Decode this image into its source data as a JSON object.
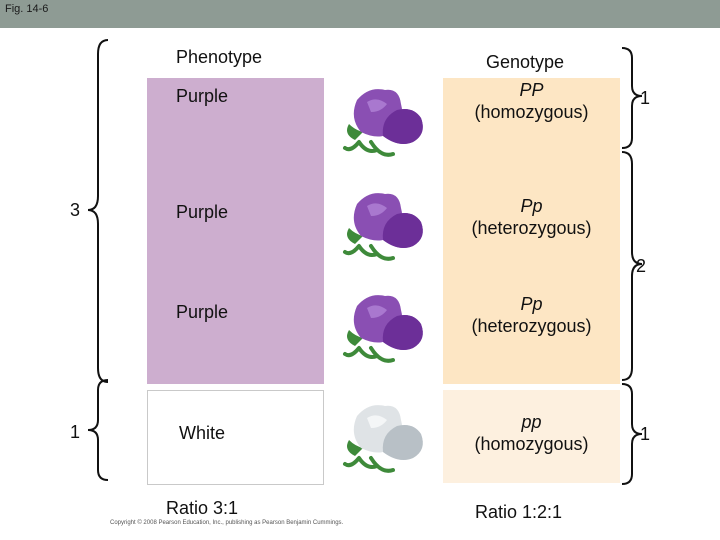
{
  "figure_label": "Fig. 14-6",
  "headers": {
    "phenotype": "Phenotype",
    "genotype": "Genotype"
  },
  "rows": [
    {
      "phenotype": "Purple",
      "genotype": "PP",
      "zygosity": "(homozygous)",
      "flower_color": "purple"
    },
    {
      "phenotype": "Purple",
      "genotype": "Pp",
      "zygosity": "(heterozygous)",
      "flower_color": "purple"
    },
    {
      "phenotype": "Purple",
      "genotype": "Pp",
      "zygosity": "(heterozygous)",
      "flower_color": "purple"
    },
    {
      "phenotype": "White",
      "genotype": "pp",
      "zygosity": "(homozygous)",
      "flower_color": "white"
    }
  ],
  "left_braces": {
    "purple_count": "3",
    "white_count": "1"
  },
  "right_braces": {
    "pp_homo_count": "1",
    "hetero_count": "2",
    "recessive_count": "1"
  },
  "ratios": {
    "phenotypic": "Ratio 3:1",
    "genotypic": "Ratio 1:2:1"
  },
  "copyright": "Copyright © 2008 Pearson Education, Inc., publishing as Pearson Benjamin Cummings.",
  "colors": {
    "purple_box": "#cdaecf",
    "genotype_box": "#fde6c4",
    "topbar": "#8e9b94"
  }
}
